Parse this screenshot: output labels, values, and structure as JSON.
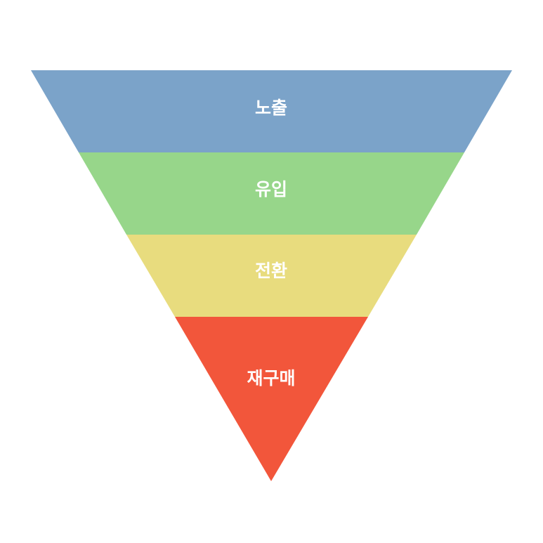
{
  "funnel": {
    "stages": [
      {
        "label": "노출",
        "color": "#7ba3c9"
      },
      {
        "label": "유입",
        "color": "#97d68a"
      },
      {
        "label": "전환",
        "color": "#e8dc7e"
      },
      {
        "label": "재구매",
        "color": "#f2563b"
      }
    ]
  }
}
